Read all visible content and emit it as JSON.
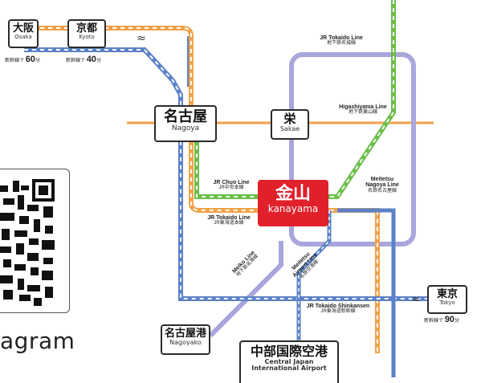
{
  "stations": {
    "osaka": {
      "jp": "大阪",
      "en": "Osaka"
    },
    "kyoto": {
      "jp": "京都",
      "en": "Kyoto"
    },
    "nagoya": {
      "jp": "名古屋",
      "en": "Nagoya"
    },
    "sakae": {
      "jp": "栄",
      "en": "Sakae"
    },
    "kanayama": {
      "jp": "金山",
      "en": "kanayama"
    },
    "nagoyako": {
      "jp": "名古屋港",
      "en": "Nagoyako"
    },
    "tokyo": {
      "jp": "東京",
      "en": "Tokyo"
    },
    "airport": {
      "jp": "中部国際空港",
      "en1": "Central Japan",
      "en2": "International Airport"
    }
  },
  "times": {
    "osaka": {
      "prefix": "新幹線で",
      "value": "60",
      "unit": "分"
    },
    "kyoto": {
      "prefix": "新幹線で",
      "value": "40",
      "unit": "分"
    },
    "tokyo": {
      "prefix": "新幹線で",
      "value": "90",
      "unit": "分"
    }
  },
  "lines": {
    "tokaido_subway": {
      "en": "JR Tokaido Line",
      "jp": "地下鉄名城線"
    },
    "higashiyama": {
      "en": "Higashiyama Line",
      "jp": "地下鉄東山線"
    },
    "chuo": {
      "en": "JR Chuo Line",
      "jp": "JR中央本線"
    },
    "meitetsu_nagoya": {
      "en1": "Meitetsu",
      "en2": "Nagoya Line",
      "jp": "名鉄名古屋線"
    },
    "jr_tokaido": {
      "en": "JR Tokaido Line",
      "jp": "JR東海道本線"
    },
    "meiko": {
      "en": "Meiko Line",
      "jp": "地下鉄名港線"
    },
    "airport_line": {
      "en1": "Meitetsu",
      "en2": "Airport Line",
      "jp": "名鉄空港線"
    },
    "shinkansen": {
      "en": "JR Tokaido Shinkansen",
      "jp": "JR東海道新幹線"
    }
  },
  "footer_text": "agram",
  "colors": {
    "green": "#6cbf4a",
    "orange": "#f0a24a",
    "blue": "#5b82c8",
    "purple": "#9c98d6",
    "kanayama_red": "#e0202a"
  }
}
